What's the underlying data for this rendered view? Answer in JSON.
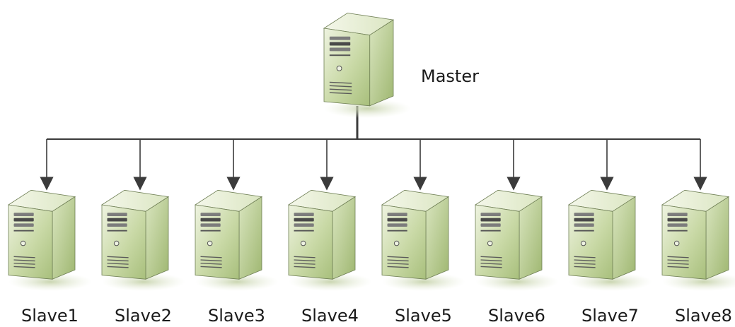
{
  "master": {
    "label": "Master"
  },
  "slaves": [
    {
      "label": "Slave1"
    },
    {
      "label": "Slave2"
    },
    {
      "label": "Slave3"
    },
    {
      "label": "Slave4"
    },
    {
      "label": "Slave5"
    },
    {
      "label": "Slave6"
    },
    {
      "label": "Slave7"
    },
    {
      "label": "Slave8"
    }
  ],
  "colors": {
    "server_front": "#c7d7a4",
    "server_side": "#a9be80",
    "server_top": "#e4ecd0",
    "shadow": "#cfd9b9",
    "connector": "#3b3b3b",
    "text": "#1a1a1a"
  },
  "icons": {
    "server": "server-tower-icon"
  }
}
